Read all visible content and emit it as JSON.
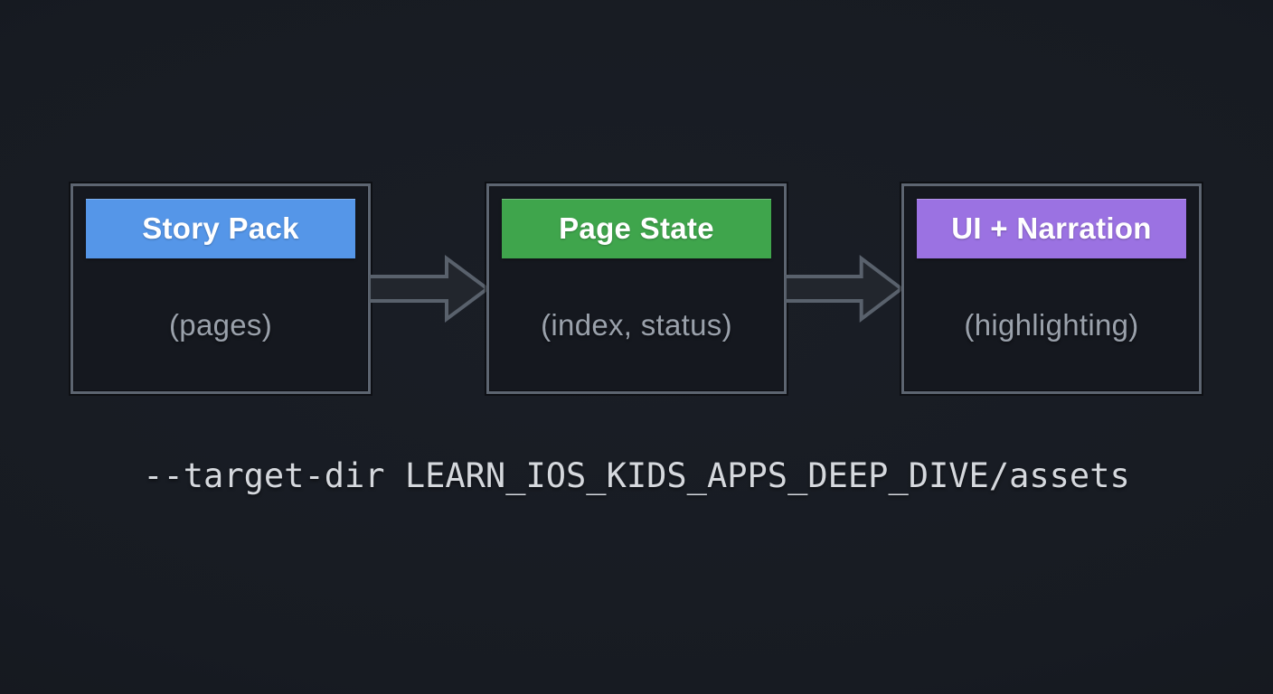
{
  "background": {
    "base_color": "#171b22",
    "vignette_color": "#12151b"
  },
  "diagram": {
    "border_color": "#5d6571",
    "arrow": {
      "stroke_color": "#59616c",
      "fill_color": "#22262d"
    },
    "nodes": [
      {
        "title": "Story Pack",
        "subtitle": "(pages)",
        "header_color": "#5596e8"
      },
      {
        "title": "Page State",
        "subtitle": "(index, status)",
        "header_color": "#3fa54c"
      },
      {
        "title": "UI + Narration",
        "subtitle": "(highlighting)",
        "header_color": "#9b72e2"
      }
    ]
  },
  "command": {
    "text": "--target-dir LEARN_IOS_KIDS_APPS_DEEP_DIVE/assets"
  }
}
